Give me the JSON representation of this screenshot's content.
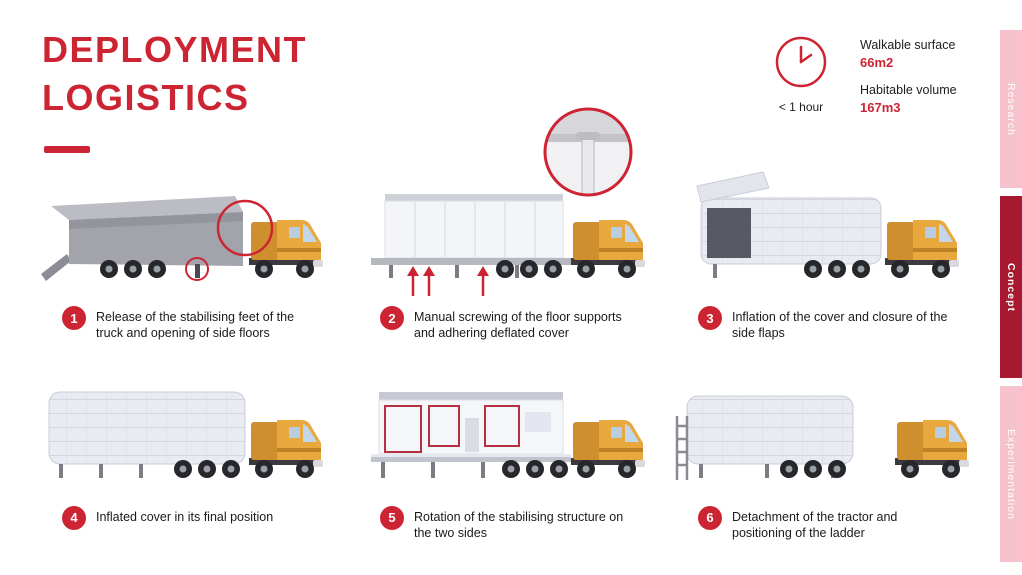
{
  "page": {
    "title_line1": "DEPLOYMENT",
    "title_line2": "LOGISTICS"
  },
  "summary": {
    "time_label": "< 1 hour",
    "stats": [
      {
        "label": "Walkable surface",
        "value": "66m2"
      },
      {
        "label": "Habitable volume",
        "value": "167m3"
      }
    ]
  },
  "sidebar": {
    "tabs": [
      {
        "label": "Research",
        "active": false
      },
      {
        "label": "Concept",
        "active": true
      },
      {
        "label": "Experimentation",
        "active": false
      }
    ]
  },
  "steps": [
    {
      "number": "1",
      "caption": "Release of the stabilising feet of the truck and opening of side floors"
    },
    {
      "number": "2",
      "caption": "Manual screwing of the floor supports and adhering deflated cover"
    },
    {
      "number": "3",
      "caption": "Inflation of the cover and closure of the side flaps"
    },
    {
      "number": "4",
      "caption": "Inflated cover in its final position"
    },
    {
      "number": "5",
      "caption": "Rotation of the stabilising structure on the two sides"
    },
    {
      "number": "6",
      "caption": "Detachment of the tractor and positioning of the ladder"
    }
  ],
  "icons": {
    "clock": "clock-icon",
    "step2_inset": "detail-photo-inset"
  },
  "colors": {
    "accent_red": "#cd2433",
    "dark_red": "#a6192e",
    "pink": "#f6c2cd",
    "truck_orange": "#e8a83e",
    "trailer_gray": "#a3a3ac",
    "cover_white": "#e9ebf2"
  }
}
